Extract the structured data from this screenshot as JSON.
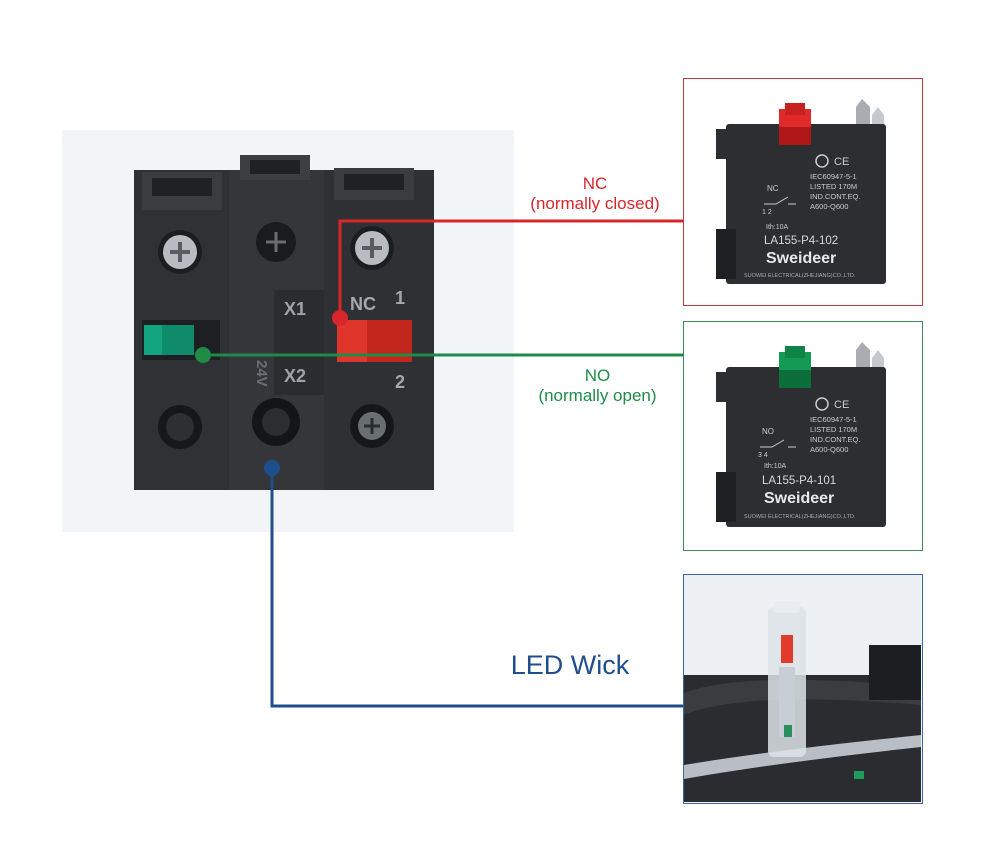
{
  "callouts": {
    "nc": {
      "title": "NC",
      "subtitle": "(normally closed)"
    },
    "no": {
      "title": "NO",
      "subtitle": "(normally open)"
    },
    "led": {
      "title": "LED Wick"
    }
  },
  "device": {
    "terminal_x1": "X1",
    "terminal_x2": "X2",
    "voltage": "24V",
    "nc_mark": "NC",
    "terminal_1": "1",
    "terminal_2": "2"
  },
  "nc_block": {
    "symbol_label": "NC",
    "terminals": "1 2",
    "cert_1": "IEC60947-5-1",
    "cert_2": "LISTED 170M",
    "cert_3": "IND.CONT.EQ.",
    "cert_4": "A600-Q600",
    "rating": "Ith:10A",
    "model": "LA155-P4-102",
    "brand": "Sweideer",
    "maker": "SUOWEI ELECTRICAL(ZHEJIANG)CO.,LTD."
  },
  "no_block": {
    "symbol_label": "NO",
    "terminals": "3 4",
    "cert_1": "IEC60947-5-1",
    "cert_2": "LISTED 170M",
    "cert_3": "IND.CONT.EQ.",
    "cert_4": "A600-Q600",
    "rating": "Ith:10A",
    "model": "LA155-P4-101",
    "brand": "Sweideer",
    "maker": "SUOWEI ELECTRICAL(ZHEJIANG)CO.,LTD."
  },
  "colors": {
    "nc": "#d9262b",
    "no": "#1e8c46",
    "led": "#1f4e8c",
    "housing": "#2b2d30"
  }
}
